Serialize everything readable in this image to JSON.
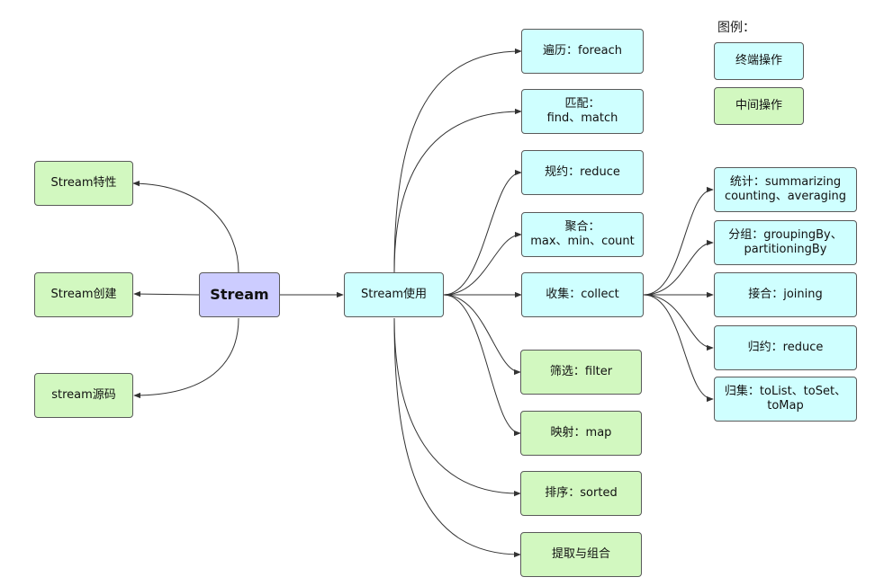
{
  "legend": {
    "title": "图例：",
    "terminal_label": "终端操作",
    "intermediate_label": "中间操作"
  },
  "colors": {
    "terminal": "#cfffff",
    "intermediate": "#d2f8c0",
    "root": "#ccccff",
    "line": "#333333"
  },
  "nodes": {
    "root": "Stream",
    "features": "Stream特性",
    "creation": "Stream创建",
    "source": "stream源码",
    "usage": "Stream使用",
    "foreach": "遍历：foreach",
    "match": "匹配：\nfind、match",
    "reduce": "规约：reduce",
    "aggregate": "聚合：\nmax、min、count",
    "collect": "收集：collect",
    "filter": "筛选：filter",
    "map": "映射：map",
    "sorted": "排序：sorted",
    "extract": "提取与组合",
    "summarizing": "统计：summarizing\ncounting、averaging",
    "grouping": "分组：groupingBy、\npartitioningBy",
    "joining": "接合：joining",
    "collect_reduce": "归约：reduce",
    "collection": "归集：toList、toSet、\ntoMap"
  }
}
